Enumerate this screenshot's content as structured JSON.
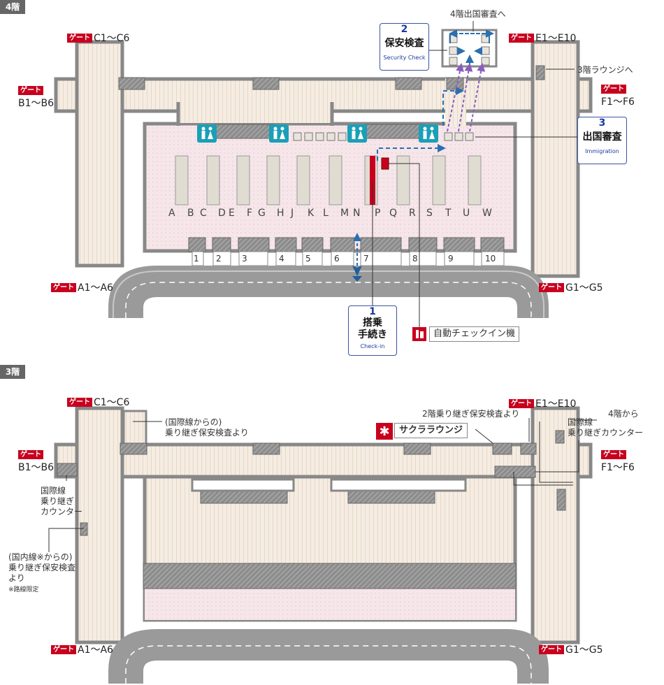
{
  "floor4": {
    "tab": "4階",
    "gate_tag": "ゲート",
    "gates": {
      "c": "C1〜C6",
      "e": "E1〜E10",
      "b": "B1〜B6",
      "f": "F1〜F6",
      "a": "A1〜A6",
      "g": "G1〜G5"
    },
    "counters": [
      "A",
      "B",
      "C",
      "D",
      "E",
      "F",
      "G",
      "H",
      "J",
      "K",
      "L",
      "M",
      "N",
      "P",
      "Q",
      "R",
      "S",
      "T",
      "U",
      "W"
    ],
    "gate_numbers": [
      "1",
      "2",
      "3",
      "4",
      "5",
      "6",
      "7",
      "8",
      "9",
      "10"
    ],
    "labels": {
      "to_4f_immigration": "4階出国審査へ",
      "to_3f_lounge": "3階ラウンジへ",
      "kiosk": "自動チェックイン機"
    },
    "steps": [
      {
        "num": "1",
        "jp": "搭乗手続き",
        "jp_lines": [
          "搭乗",
          "手続き"
        ],
        "en": "Check-in"
      },
      {
        "num": "2",
        "jp": "保安検査",
        "en": "Security Check"
      },
      {
        "num": "3",
        "jp": "出国審査",
        "en": "Immigration"
      }
    ],
    "restroom_icon": "restroom-icon",
    "kiosk_icon": "self-checkin-kiosk-icon"
  },
  "floor3": {
    "tab": "3階",
    "gate_tag": "ゲート",
    "gates": {
      "c": "C1〜C6",
      "e": "E1〜E10",
      "b": "B1〜B6",
      "f": "F1〜F6",
      "a": "A1〜A6",
      "g": "G1〜G5"
    },
    "labels": {
      "intl_transfer_security": [
        "(国際線からの)",
        "乗り継ぎ保安検査より"
      ],
      "from_2f_transfer": "2階乗り継ぎ保安検査より",
      "from_4f": "4階から",
      "sakura_lounge": "サクララウンジ",
      "intl_transfer_counter_right": [
        "国際線",
        "乗り継ぎカウンター"
      ],
      "intl_transfer_counter_left": [
        "国際線",
        "乗り継ぎ",
        "カウンター"
      ],
      "domestic_transfer_security": [
        "(国内線※からの)",
        "乗り継ぎ保安検査",
        "より"
      ],
      "route_note": "※路線限定"
    },
    "lounge_icon": "sakura-lounge-icon"
  },
  "colors": {
    "gate_red": "#c8001e",
    "step_blue": "#1b3a9e",
    "restroom_teal": "#1a9fb8",
    "route_blue": "#2a6fb0",
    "route_purple": "#8a5cc0",
    "road_gray": "#9a9a9a"
  }
}
